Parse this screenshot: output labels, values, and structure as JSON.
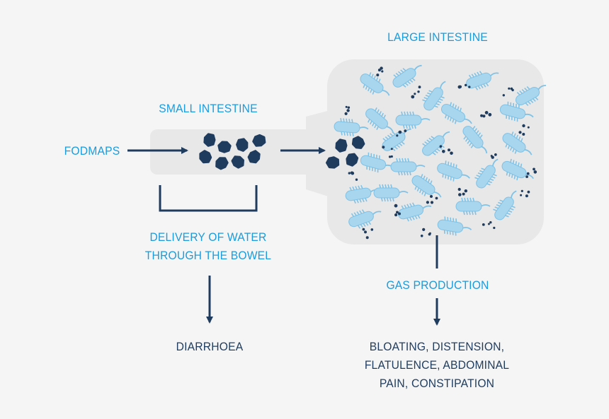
{
  "labels": {
    "large_intestine": "LARGE INTESTINE",
    "small_intestine": "SMALL INTESTINE",
    "fodmaps": "FODMAPS",
    "delivery": [
      "DELIVERY OF WATER",
      "THROUGH THE BOWEL"
    ],
    "diarrhoea": "DIARRHOEA",
    "gas_production": "GAS PRODUCTION",
    "symptoms": [
      "BLOATING, DISTENSION,",
      "FLATULENCE, ABDOMINAL",
      "PAIN, CONSTIPATION"
    ]
  },
  "colors": {
    "accent": "#1a9bdc",
    "dark": "#1f3c5e",
    "vessel": "#e8e8e8",
    "vessel_inner": "#dedede",
    "bacteria": "#a7d6ee",
    "bacteria_edge": "#7fc2e6",
    "particles": "#1f3c5e"
  }
}
